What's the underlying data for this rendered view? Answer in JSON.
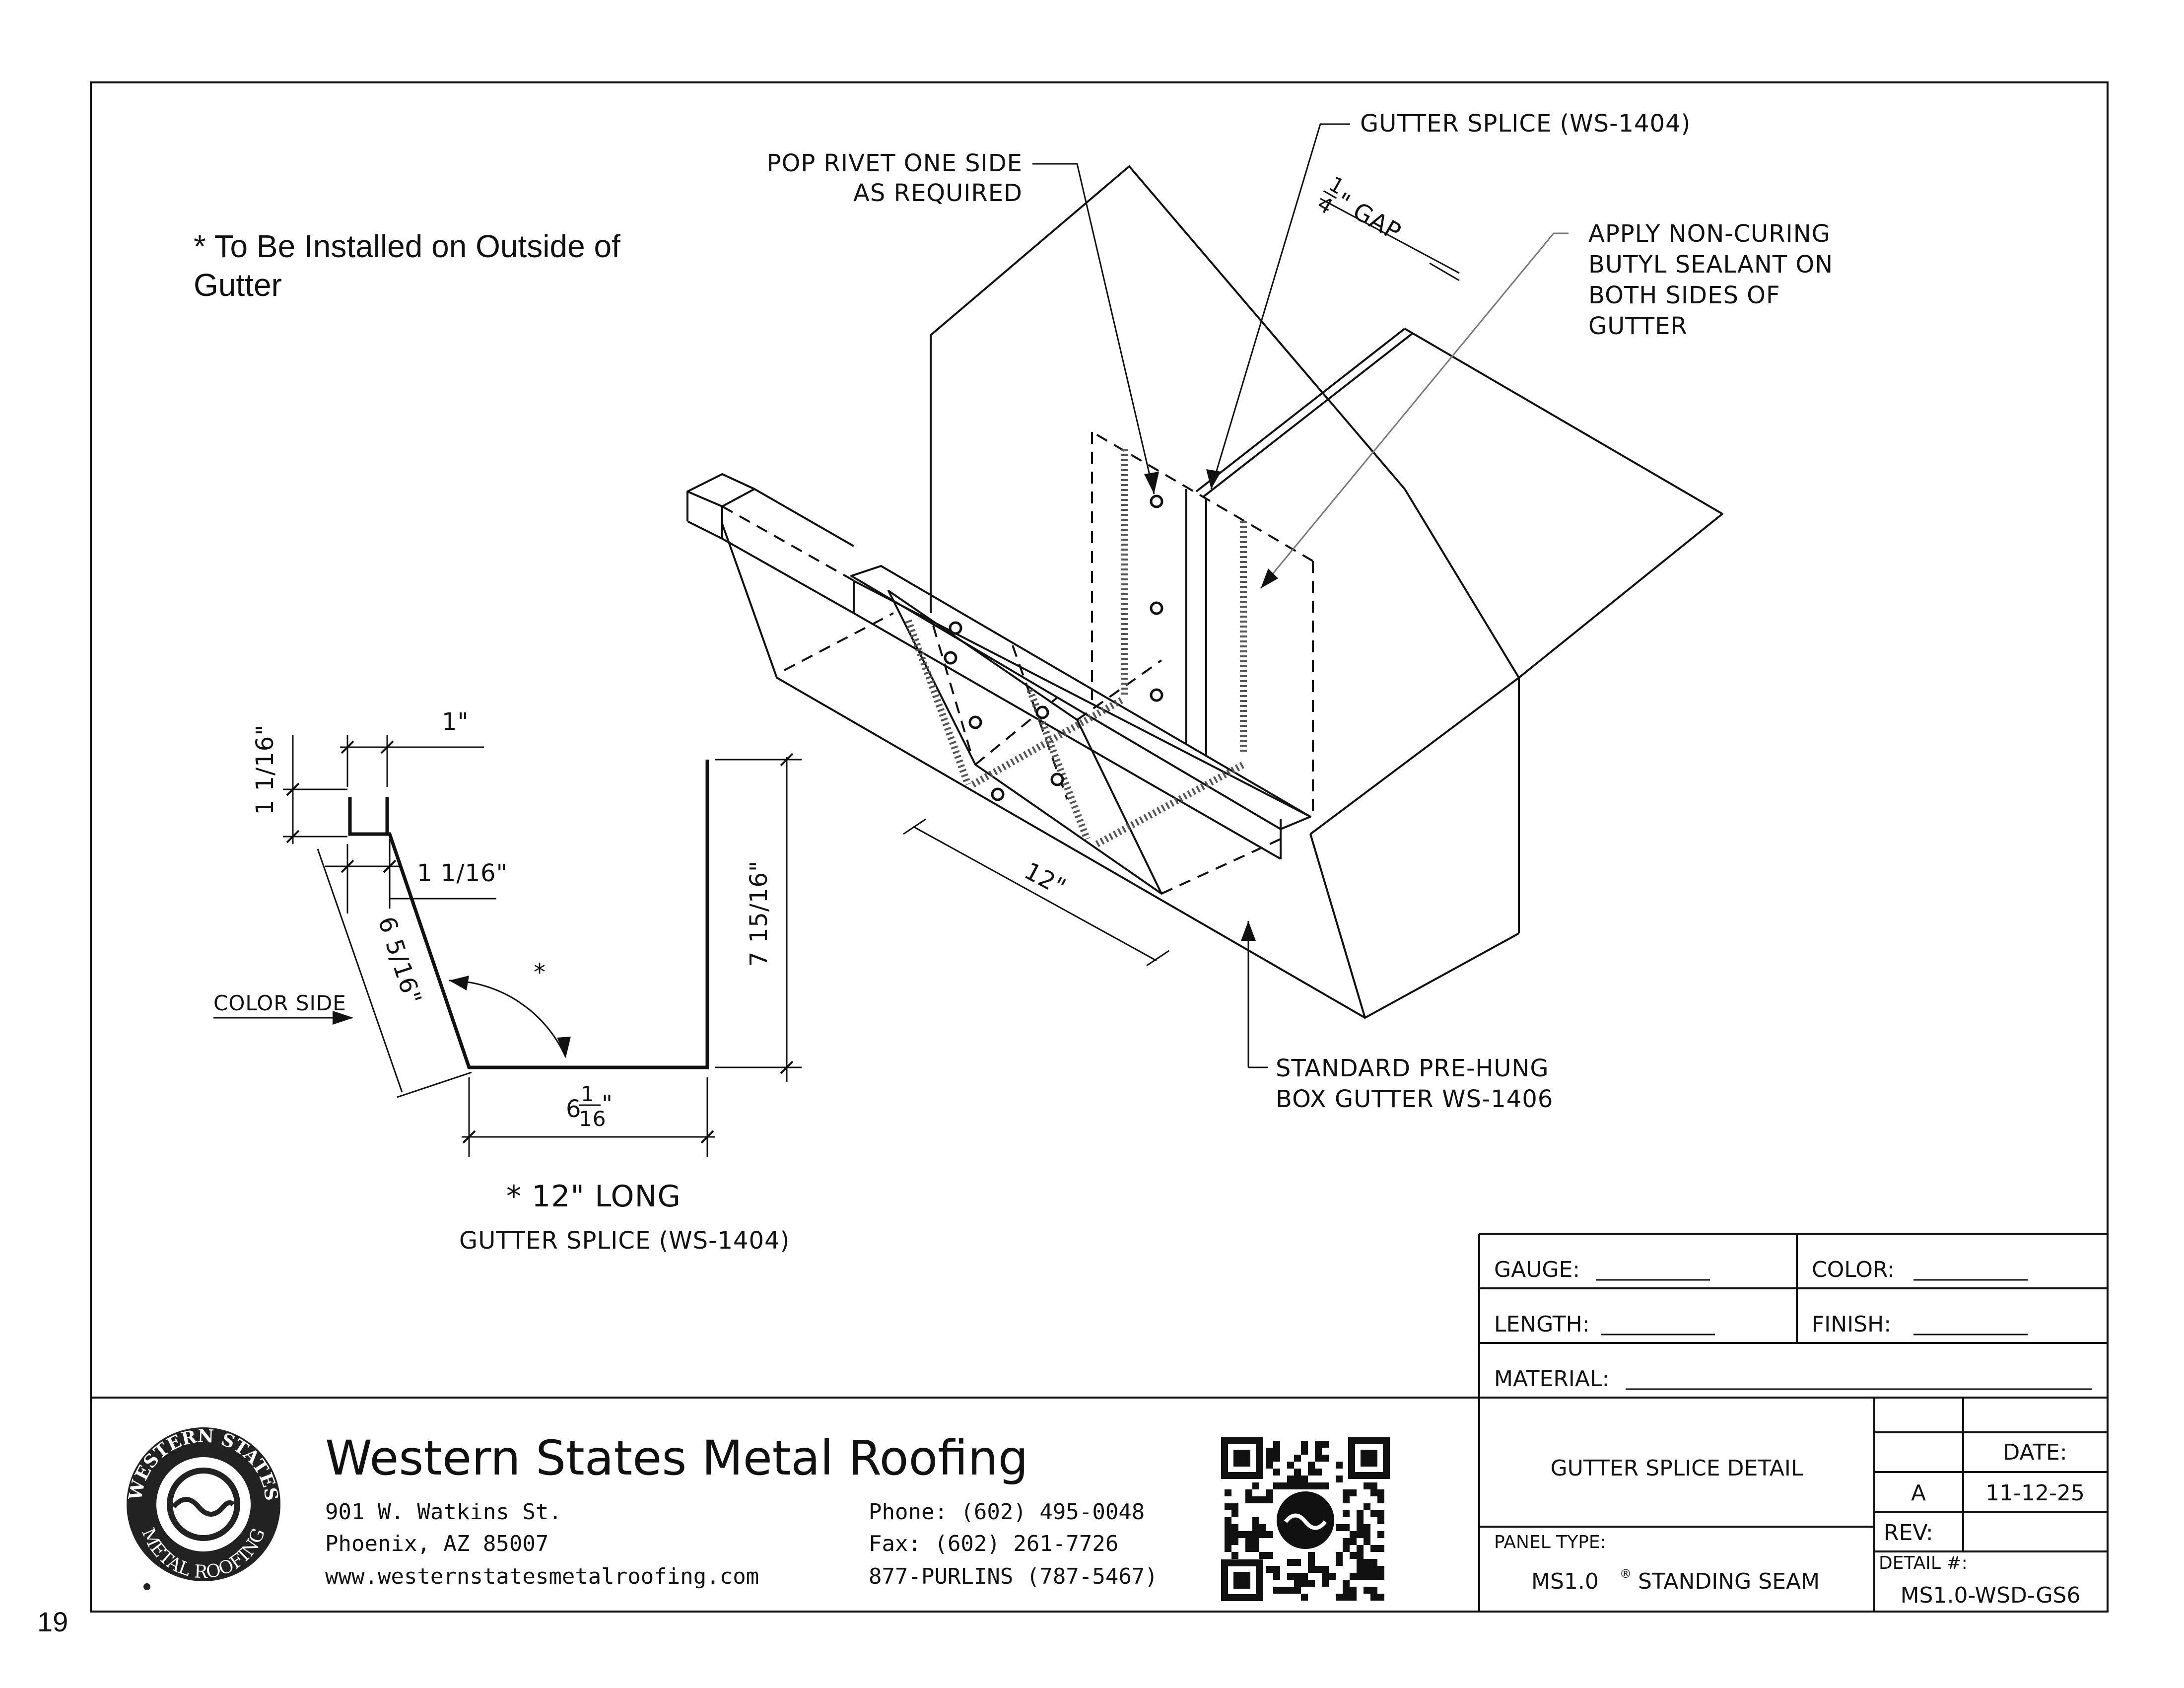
{
  "page_number": "19",
  "note": {
    "line1": "* To Be Installed on Outside of",
    "line2": "Gutter"
  },
  "callouts": {
    "pop_rivet_1": "POP RIVET ONE SIDE",
    "pop_rivet_2": "AS REQUIRED",
    "gutter_splice": "GUTTER SPLICE (WS-1404)",
    "gap_num": "1",
    "gap_den": "4",
    "gap_text": "\" GAP",
    "sealant_1": "APPLY NON-CURING",
    "sealant_2": "BUTYL SEALANT ON",
    "sealant_3": "BOTH SIDES OF",
    "sealant_4": "GUTTER",
    "length_12": "12\"",
    "pre_hung_1": "STANDARD PRE-HUNG",
    "pre_hung_2": "BOX GUTTER WS-1406"
  },
  "profile": {
    "dim_top_height": "1 1/16\"",
    "dim_top_width": "1\"",
    "dim_offset": "1 1/16\"",
    "dim_slope": "6 5/16\"",
    "dim_back_height": "7 15/16\"",
    "dim_bottom_whole": "6",
    "dim_bottom_num": "1",
    "dim_bottom_den": "16",
    "dim_bottom_unit": "\"",
    "color_side": "COLOR SIDE",
    "angle_mark": "*",
    "length_note": "* 12\" LONG",
    "title": "GUTTER SPLICE (WS-1404)"
  },
  "spec_table": {
    "gauge": "GAUGE:",
    "color": "COLOR:",
    "length": "LENGTH:",
    "finish": "FINISH:",
    "material": "MATERIAL:"
  },
  "company": {
    "name": "Western States Metal Roofing",
    "street": "901 W. Watkins St.",
    "city": "Phoenix, AZ 85007",
    "web": "www.westernstatesmetalroofing.com",
    "phone": "Phone: (602) 495-0048",
    "fax": "Fax: (602) 261-7726",
    "tollfree": "877-PURLINS (787-5467)",
    "logo_text_top": "WESTERN STATES",
    "logo_text_bottom": "METAL ROOFING"
  },
  "title_block": {
    "detail_title": "GUTTER SPLICE DETAIL",
    "panel_type_label": "PANEL TYPE:",
    "panel_type": "MS1.0",
    "registered": "®",
    "panel_type_suffix": "STANDING SEAM",
    "date_label": "DATE:",
    "rev_letter": "A",
    "date": "11-12-25",
    "rev_label": "REV:",
    "detail_no_label": "DETAIL #:",
    "detail_no": "MS1.0-WSD-GS6"
  },
  "colors": {
    "ink": "#111111",
    "paper": "#ffffff",
    "sealant": "#555555"
  }
}
